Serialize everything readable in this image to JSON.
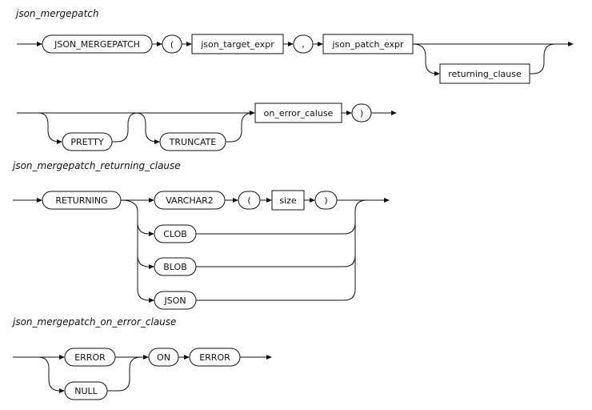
{
  "diagrams": [
    {
      "title": "json_mergepatch",
      "row1": {
        "keyword": "JSON_MERGEPATCH",
        "open_paren": "(",
        "target_expr": "json_target_expr",
        "comma": ",",
        "patch_expr": "json_patch_expr",
        "optional_returning": "returning_clause"
      },
      "row2": {
        "optional_pretty": "PRETTY",
        "optional_truncate": "TRUNCATE",
        "on_error": "on_error_caluse",
        "close_paren": ")"
      }
    },
    {
      "title": "json_mergepatch_returning_clause",
      "keyword": "RETURNING",
      "varchar2": "VARCHAR2",
      "open_paren": "(",
      "size": "size",
      "close_paren": ")",
      "alternatives": [
        "CLOB",
        "BLOB",
        "JSON"
      ]
    },
    {
      "title": "json_mergepatch_on_error_clause",
      "alternatives": [
        "ERROR",
        "NULL"
      ],
      "on": "ON",
      "error": "ERROR"
    }
  ]
}
